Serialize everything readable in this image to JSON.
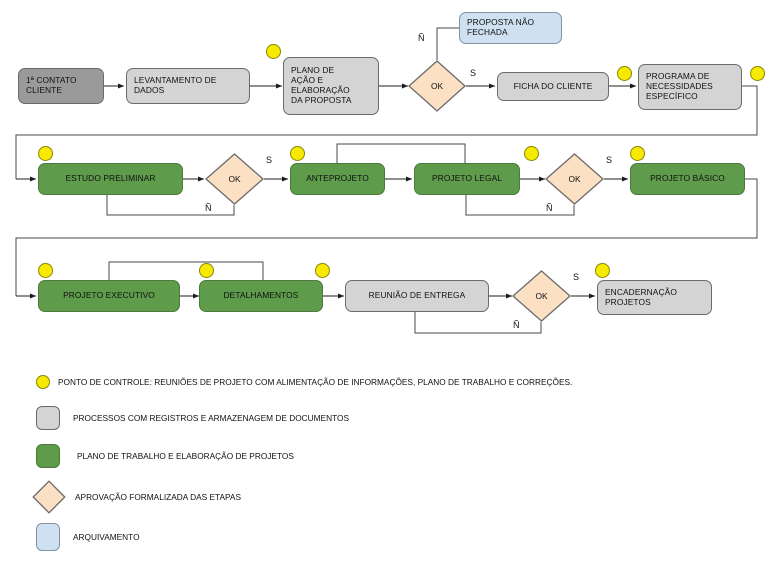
{
  "diagram": {
    "title": "Fluxograma de processo de projeto",
    "colors": {
      "process_gray": "#d4d4d4",
      "process_dark_gray": "#9a9a9a",
      "plan_green": "#5e9b4b",
      "decision_peach": "#fbe0c4",
      "archive_blue": "#cfe0f0",
      "control_point_yellow": "#f5ea00",
      "line": "#4a4a4a"
    },
    "rows": [
      {
        "id": "row-1",
        "nodes": [
          {
            "id": "contato-cliente",
            "label": "1ª CONTATO\nCLIENTE",
            "type": "process-dark",
            "control_point": false
          },
          {
            "id": "levantamento",
            "label": "LEVANTAMENTO DE\nDADOS",
            "type": "process",
            "control_point": false
          },
          {
            "id": "plano-acao",
            "label": "PLANO DE\nAÇÃO E\nELABORAÇÃO\nDA PROPOSTA",
            "type": "process",
            "control_point": true
          },
          {
            "id": "ok-1",
            "label": "OK",
            "type": "decision",
            "control_point": false
          },
          {
            "id": "proposta-nao",
            "label": "PROPOSTA NÃO\nFECHADA",
            "type": "archive",
            "control_point": false
          },
          {
            "id": "ficha-cliente",
            "label": "FICHA DO CLIENTE",
            "type": "process",
            "control_point": true
          },
          {
            "id": "programa-nec",
            "label": "PROGRAMA DE\nNECESSIDADES\nESPECÍFICO",
            "type": "process",
            "control_point": true
          }
        ]
      },
      {
        "id": "row-2",
        "nodes": [
          {
            "id": "estudo-preliminar",
            "label": "ESTUDO PRELIMINAR",
            "type": "plan",
            "control_point": true
          },
          {
            "id": "ok-2",
            "label": "OK",
            "type": "decision",
            "control_point": false
          },
          {
            "id": "anteprojeto",
            "label": "ANTEPROJETO",
            "type": "plan",
            "control_point": true
          },
          {
            "id": "projeto-legal",
            "label": "PROJETO LEGAL",
            "type": "plan",
            "control_point": true
          },
          {
            "id": "ok-3",
            "label": "OK",
            "type": "decision",
            "control_point": false
          },
          {
            "id": "projeto-basico",
            "label": "PROJETO BÁSICO",
            "type": "plan",
            "control_point": true
          }
        ]
      },
      {
        "id": "row-3",
        "nodes": [
          {
            "id": "projeto-executivo",
            "label": "PROJETO EXECUTIVO",
            "type": "plan",
            "control_point": true
          },
          {
            "id": "detalhamentos",
            "label": "DETALHAMENTOS",
            "type": "plan",
            "control_point": true
          },
          {
            "id": "reuniao-entrega",
            "label": "REUNIÃO DE ENTREGA",
            "type": "process",
            "control_point": true
          },
          {
            "id": "ok-4",
            "label": "OK",
            "type": "decision",
            "control_point": false
          },
          {
            "id": "encadernacao",
            "label": "ENCADERNAÇÃO\nPROJETOS",
            "type": "process",
            "control_point": true
          }
        ]
      }
    ],
    "edge_labels": {
      "yes": "S",
      "no": "Ñ"
    },
    "nodes": {
      "contato_cliente_l1": "1ª CONTATO",
      "contato_cliente_l2": "CLIENTE",
      "levantamento_l1": "LEVANTAMENTO DE",
      "levantamento_l2": "DADOS",
      "plano_acao_l1": "PLANO DE",
      "plano_acao_l2": "AÇÃO E",
      "plano_acao_l3": "ELABORAÇÃO",
      "plano_acao_l4": "DA PROPOSTA",
      "ok": "OK",
      "proposta_nao_l1": "PROPOSTA NÃO",
      "proposta_nao_l2": "FECHADA",
      "ficha_cliente": "FICHA DO CLIENTE",
      "programa_nec_l1": "PROGRAMA DE",
      "programa_nec_l2": "NECESSIDADES",
      "programa_nec_l3": "ESPECÍFICO",
      "estudo_preliminar": "ESTUDO PRELIMINAR",
      "anteprojeto": "ANTEPROJETO",
      "projeto_legal": "PROJETO LEGAL",
      "projeto_basico": "PROJETO BÁSICO",
      "projeto_executivo": "PROJETO EXECUTIVO",
      "detalhamentos": "DETALHAMENTOS",
      "reuniao_entrega": "REUNIÃO DE ENTREGA",
      "encadernacao_l1": "ENCADERNAÇÃO",
      "encadernacao_l2": "PROJETOS"
    }
  },
  "legend": {
    "items": [
      {
        "id": "control-point",
        "swatch": "yellow-circle",
        "label": "PONTO DE CONTROLE: REUNIÕES DE PROJETO COM ALIMENTAÇÃO DE INFORMAÇÕES, PLANO DE TRABALHO E CORREÇÕES."
      },
      {
        "id": "processes",
        "swatch": "gray-rounded",
        "label": "PROCESSOS COM REGISTROS E ARMAZENAGEM DE DOCUMENTOS"
      },
      {
        "id": "work-plan",
        "swatch": "green-rounded",
        "label": "PLANO DE TRABALHO E ELABORAÇÃO DE PROJETOS"
      },
      {
        "id": "approval",
        "swatch": "peach-diamond",
        "label": "APROVAÇÃO FORMALIZADA DAS ETAPAS"
      },
      {
        "id": "archive",
        "swatch": "blue-rounded",
        "label": "ARQUIVAMENTO"
      }
    ]
  }
}
